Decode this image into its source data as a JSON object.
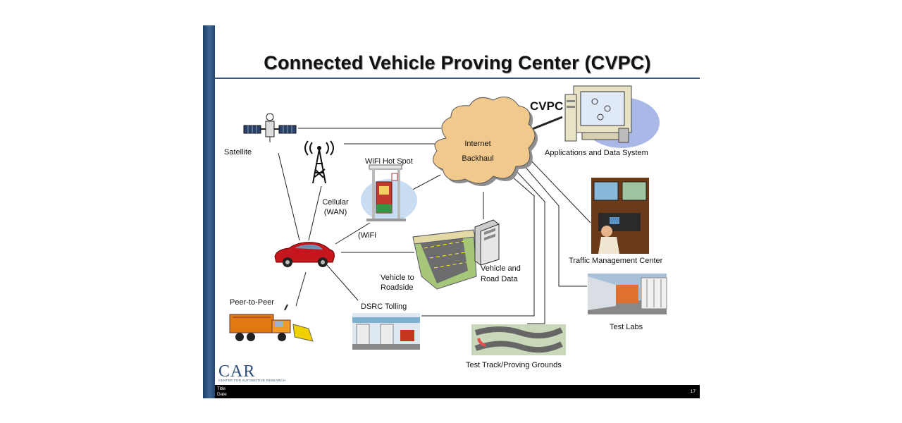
{
  "slide": {
    "title": "Connected Vehicle Proving Center (CVPC)",
    "footer": {
      "title": "Title",
      "date": "Date",
      "page": "17"
    },
    "logo": {
      "name": "CAR",
      "subtitle": "CENTER FOR AUTOMOTIVE RESEARCH"
    }
  },
  "diagram": {
    "cvpc_label": "CVPC",
    "internet_label_1": "Internet",
    "internet_label_2": "Backhaul",
    "nodes": {
      "satellite": "Satellite",
      "cellular_1": "Cellular",
      "cellular_2": "(WAN)",
      "wifi_hotspot": "WiFi Hot Spot",
      "wifi": "(WiFi",
      "vehicle_roadside_1": "Vehicle to",
      "vehicle_roadside_2": "Roadside",
      "vehicle_road_data_1": "Vehicle and",
      "vehicle_road_data_2": "Road Data",
      "peer_to_peer": "Peer-to-Peer",
      "dsrc_tolling": "DSRC Tolling",
      "apps_data_system": "Applications and Data System",
      "traffic_mgmt": "Traffic Management Center",
      "test_labs": "Test Labs",
      "test_track": "Test Track/Proving Grounds"
    },
    "icons": [
      "satellite-icon",
      "cell-tower-icon",
      "wifi-hotspot-icon",
      "cloud-icon",
      "computer-icon",
      "car-icon",
      "roadside-icon",
      "server-icon",
      "snowplow-truck-icon",
      "toll-plaza-icon",
      "test-track-icon",
      "traffic-center-icon",
      "test-lab-icon"
    ]
  }
}
